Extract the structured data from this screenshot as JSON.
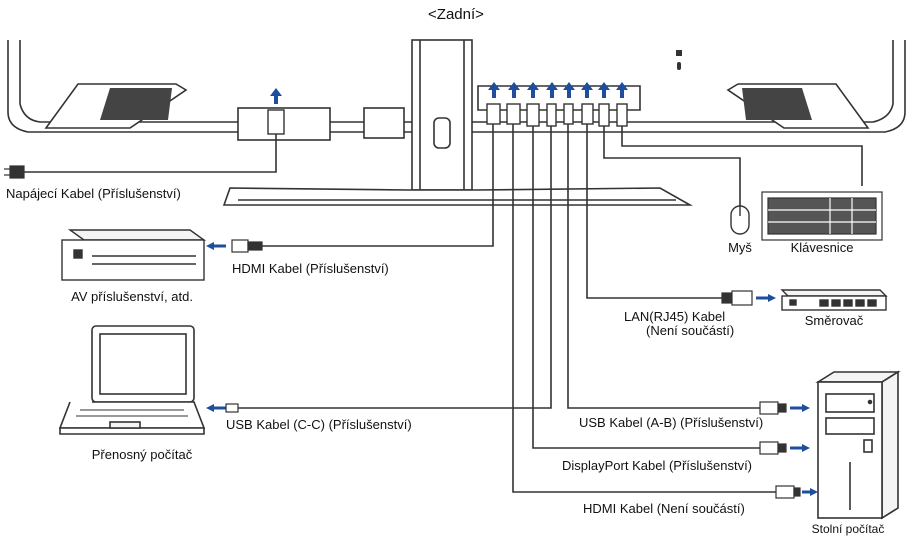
{
  "title": "<Zadní>",
  "labels": {
    "power_cable": "Napájecí Kabel (Příslušenství)",
    "hdmi_cable_accessory": "HDMI Kabel (Příslušenství)",
    "av_accessory": "AV příslušenství, atd.",
    "mouse": "Myš",
    "keyboard": "Klávesnice",
    "lan_cable_line1": "LAN(RJ45) Kabel",
    "lan_cable_line2": "(Není součástí)",
    "router": "Směrovač",
    "usb_cc_cable": "USB Kabel (C-C) (Příslušenství)",
    "laptop": "Přenosný počítač",
    "usb_ab_cable": "USB Kabel (A-B) (Příslušenství)",
    "displayport_cable": "DisplayPort Kabel (Příslušenství)",
    "hdmi_cable_not_included": "HDMI Kabel (Není součástí)",
    "desktop": "Stolní počítač"
  },
  "colors": {
    "line": "#333333",
    "arrow": "#1f4e9c",
    "device_fill": "#f4f4f4"
  }
}
